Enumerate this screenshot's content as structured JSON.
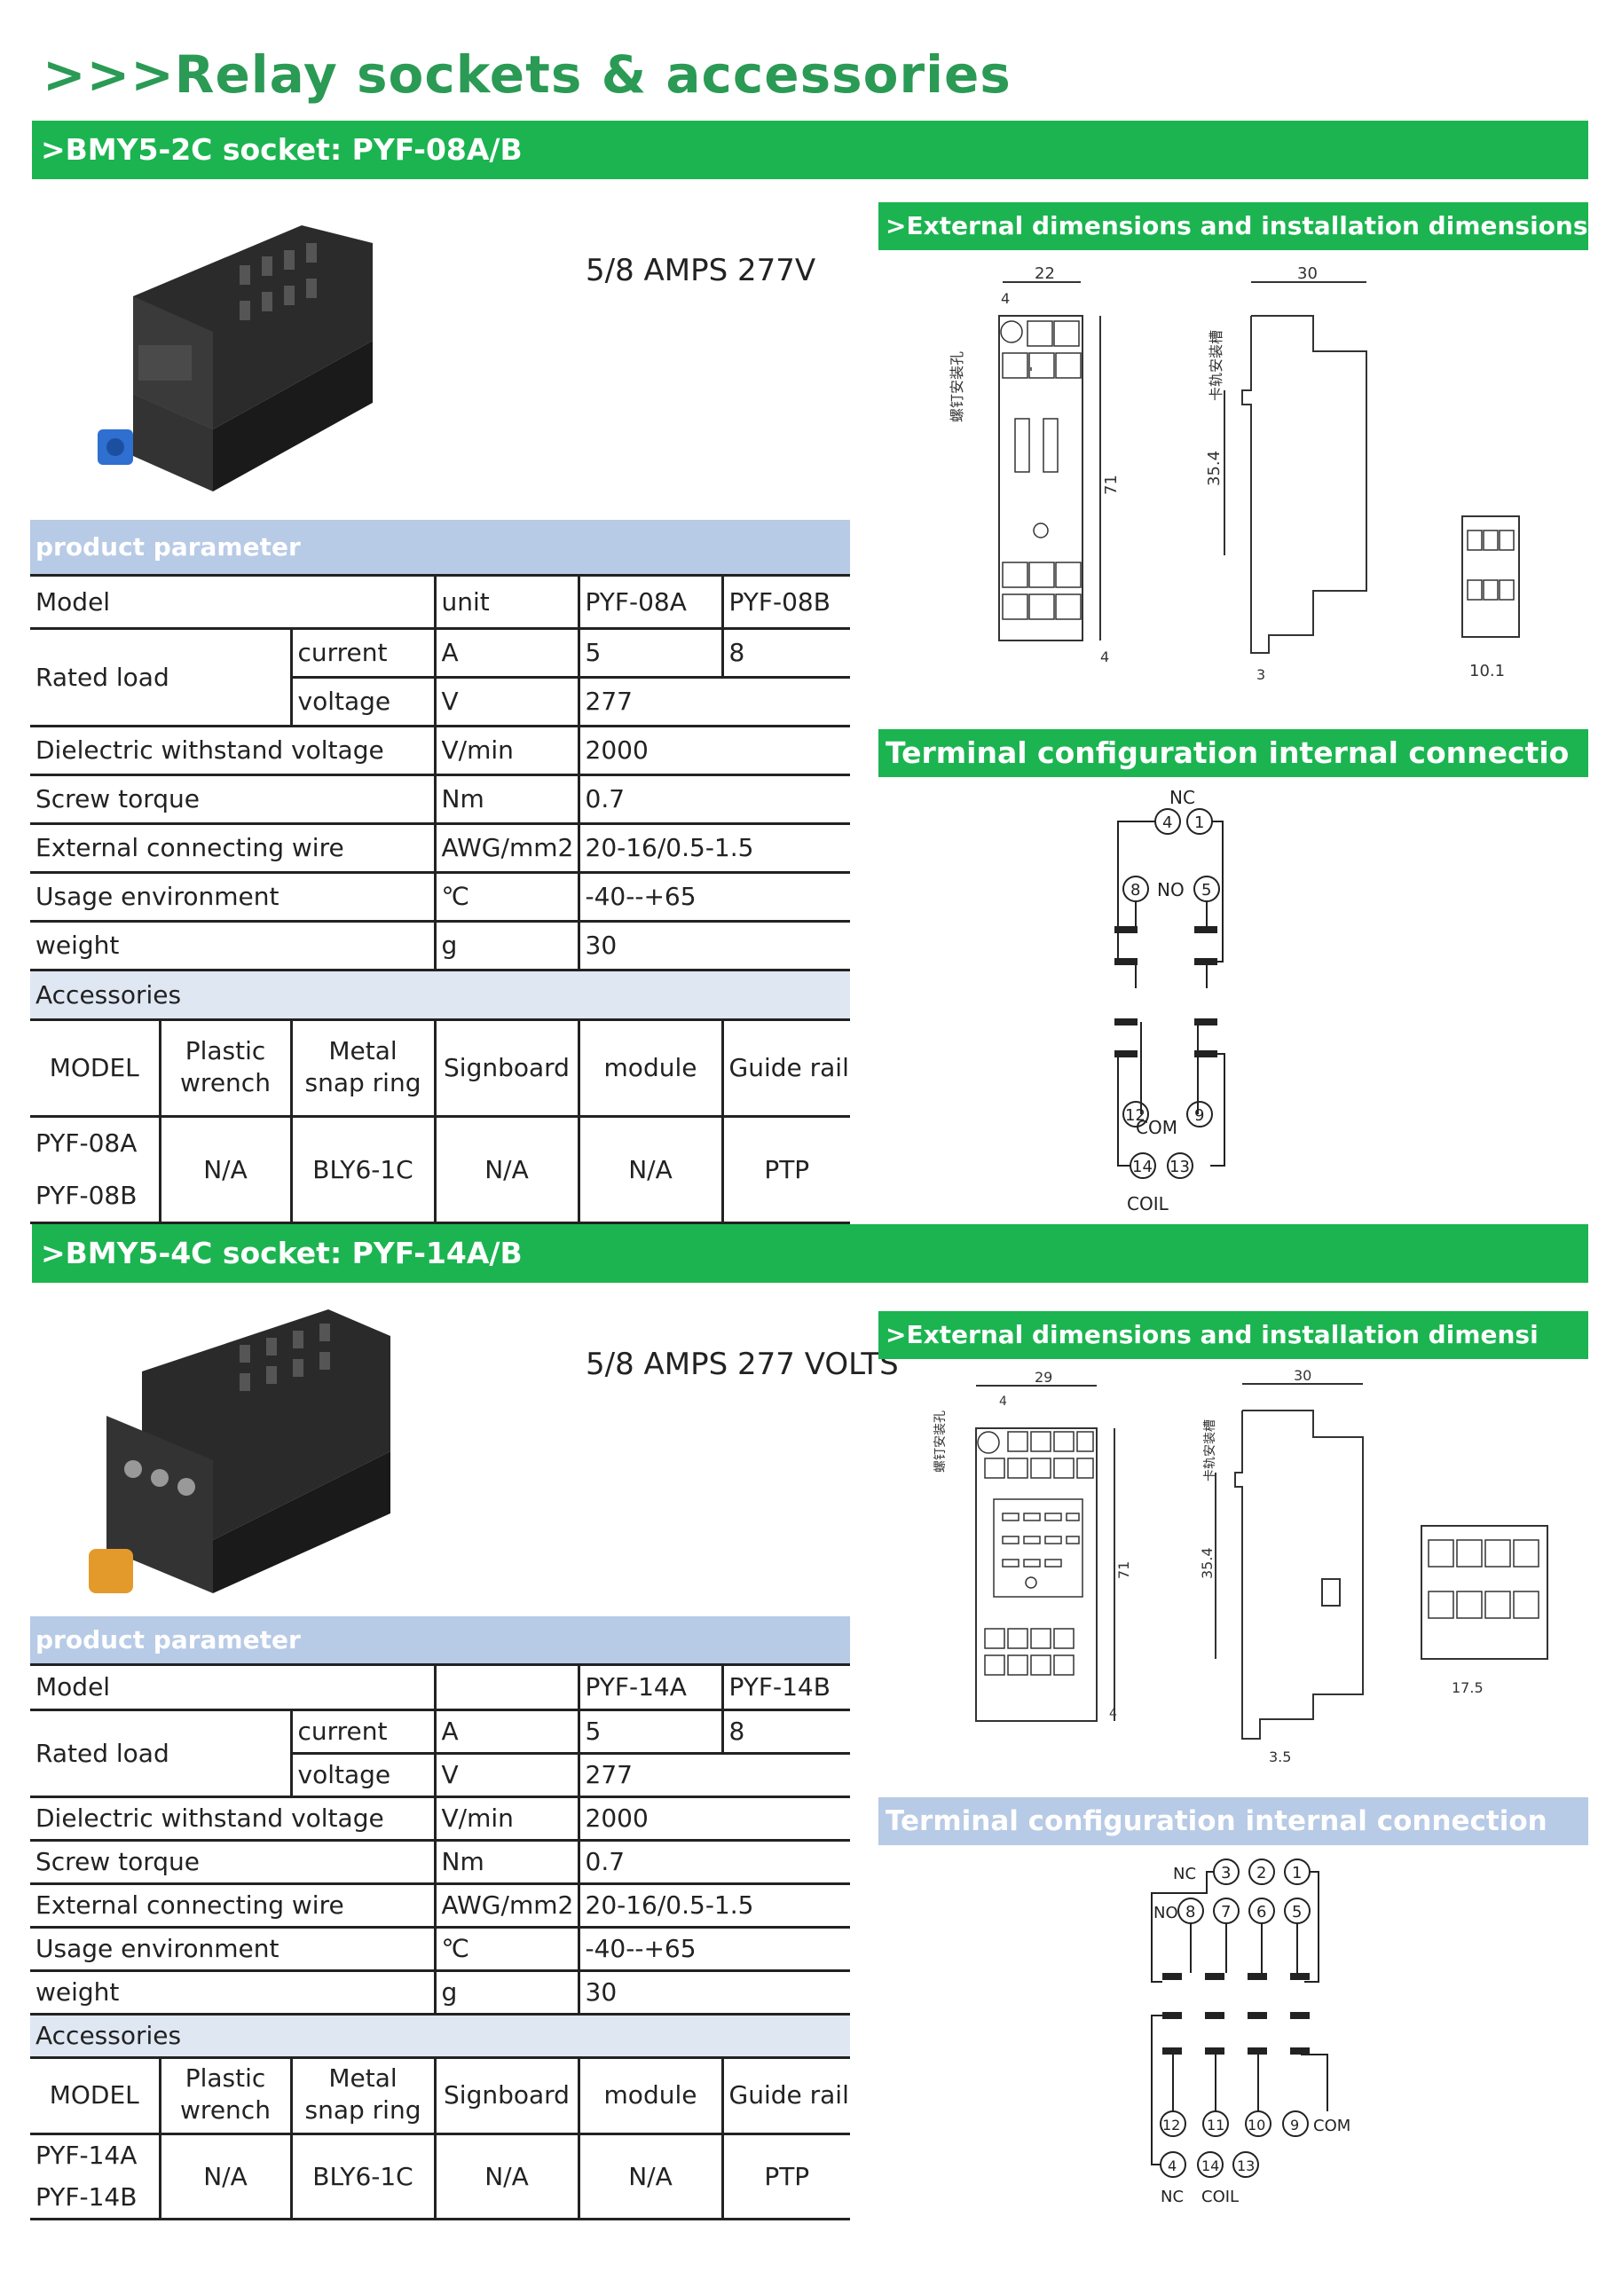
{
  "page": {
    "title": ">>>Relay sockets & accessories"
  },
  "section1": {
    "header": ">BMY5-2C socket: PYF-08A/B",
    "rating": "5/8 AMPS 277V",
    "dims_header": ">External dimensions and installation dimensions(",
    "terminal_header": "Terminal configuration internal connectio",
    "dims": {
      "top_width": "22",
      "side_width": "30",
      "pitch": "4",
      "height": "71",
      "rail": "35.4",
      "bottom": "4",
      "foot": "3",
      "front_width": "10.1"
    },
    "terminal": {
      "nc": "NC",
      "no": "NO",
      "com": "COM",
      "coil": "COIL",
      "pins": [
        "4",
        "1",
        "8",
        "5",
        "12",
        "9",
        "14",
        "13"
      ]
    },
    "params": {
      "title": "product parameter",
      "model_label": "Model",
      "unit_label": "unit",
      "model_a": "PYF-08A",
      "model_b": "PYF-08B",
      "rated_load": "Rated load",
      "current_label": "current",
      "current_unit": "A",
      "current_a": "5",
      "current_b": "8",
      "voltage_label": "voltage",
      "voltage_unit": "V",
      "voltage_val": "277",
      "dielectric_label": "Dielectric withstand voltage",
      "dielectric_unit": "V/min",
      "dielectric_val": "2000",
      "torque_label": "Screw torque",
      "torque_unit": "Nm",
      "torque_val": "0.7",
      "wire_label": "External connecting wire",
      "wire_unit": "AWG/mm2",
      "wire_val": "20-16/0.5-1.5",
      "env_label": "Usage environment",
      "env_unit": "℃",
      "env_val": "-40--+65",
      "weight_label": "weight",
      "weight_unit": "g",
      "weight_val": "30"
    },
    "accessories": {
      "title": "Accessories",
      "headers": [
        "MODEL",
        "Plastic wrench",
        "Metal snap ring",
        "Signboard",
        "module",
        "Guide rail"
      ],
      "models": [
        "PYF-08A",
        "PYF-08B"
      ],
      "values": [
        "N/A",
        "BLY6-1C",
        "N/A",
        "N/A",
        "PTP"
      ]
    }
  },
  "section2": {
    "header": ">BMY5-4C socket: PYF-14A/B",
    "rating": "5/8 AMPS 277 VOLTS",
    "dims_header": ">External dimensions and installation dimensi",
    "terminal_header": "Terminal configuration internal connection",
    "dims": {
      "top_width": "29",
      "side_width": "30",
      "pitch": "4",
      "height": "71",
      "rail": "35.4",
      "bottom": "4",
      "foot": "3.5",
      "front_width": "17.5"
    },
    "terminal": {
      "nc": "NC",
      "no": "NO",
      "com": "COM",
      "coil": "COIL",
      "nc_bottom": "NC",
      "pins": [
        "3",
        "2",
        "1",
        "8",
        "7",
        "6",
        "5",
        "12",
        "11",
        "10",
        "9",
        "4",
        "14",
        "13"
      ]
    },
    "params": {
      "title": "product parameter",
      "model_label": "Model",
      "unit_label": "",
      "model_a": "PYF-14A",
      "model_b": "PYF-14B",
      "rated_load": "Rated load",
      "current_label": "current",
      "current_unit": "A",
      "current_a": "5",
      "current_b": "8",
      "voltage_label": "voltage",
      "voltage_unit": "V",
      "voltage_val": "277",
      "dielectric_label": "Dielectric withstand voltage",
      "dielectric_unit": "V/min",
      "dielectric_val": "2000",
      "torque_label": "Screw torque",
      "torque_unit": "Nm",
      "torque_val": "0.7",
      "wire_label": "External connecting wire",
      "wire_unit": "AWG/mm2",
      "wire_val": "20-16/0.5-1.5",
      "env_label": "Usage environment",
      "env_unit": "℃",
      "env_val": "-40--+65",
      "weight_label": "weight",
      "weight_unit": "g",
      "weight_val": "30"
    },
    "accessories": {
      "title": "Accessories",
      "headers": [
        "MODEL",
        "Plastic wrench",
        "Metal snap ring",
        "Signboard",
        "module",
        "Guide rail"
      ],
      "models": [
        "PYF-14A",
        "PYF-14B"
      ],
      "values": [
        "N/A",
        "BLY6-1C",
        "N/A",
        "N/A",
        "PTP"
      ]
    }
  }
}
